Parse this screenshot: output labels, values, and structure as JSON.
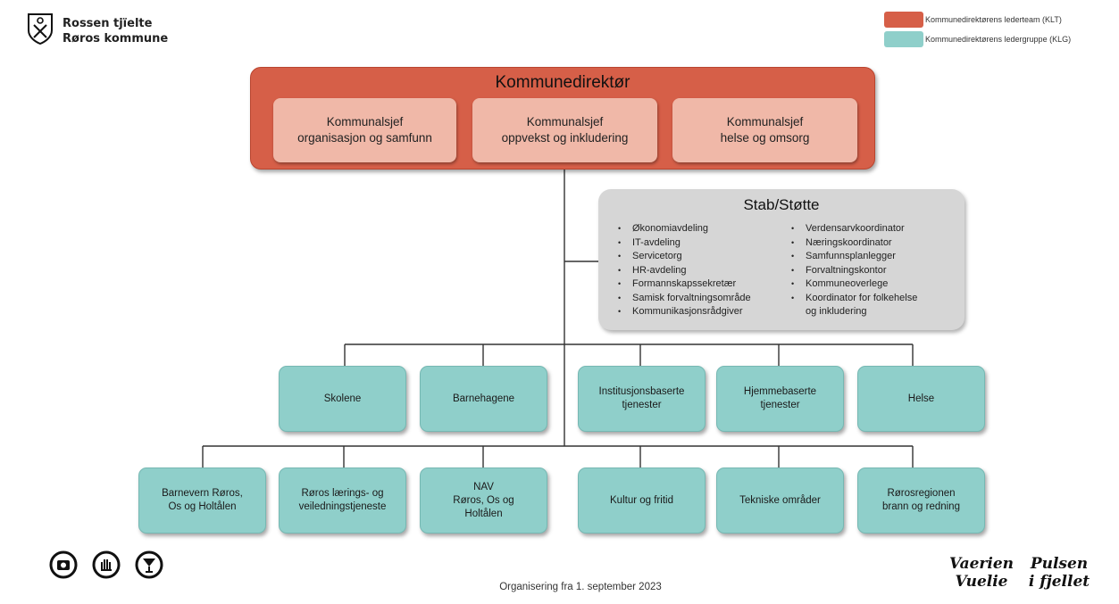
{
  "header": {
    "brand_line1": "Rossen tjïelte",
    "brand_line2": "Røros kommune"
  },
  "legend": [
    {
      "label": "Kommunedirektørens lederteam (KLT)",
      "color": "#d65f48"
    },
    {
      "label": "Kommunedirektørens ledergruppe (KLG)",
      "color": "#8fcfca"
    }
  ],
  "director": {
    "title": "Kommunedirektør",
    "chiefs": [
      {
        "line1": "Kommunalsjef",
        "line2": "organisasjon og samfunn"
      },
      {
        "line1": "Kommunalsjef",
        "line2": "oppvekst og inkludering"
      },
      {
        "line1": "Kommunalsjef",
        "line2": "helse og omsorg"
      }
    ]
  },
  "stab": {
    "title": "Stab/Støtte",
    "left_items": [
      "Økonomiavdeling",
      "IT-avdeling",
      "Servicetorg",
      "HR-avdeling",
      "Formannskapssekretær",
      "Samisk forvaltningsområde",
      "Kommunikasjonsrådgiver"
    ],
    "right_items": [
      "Verdensarvkoordinator",
      "Næringskoordinator",
      "Samfunnsplanlegger",
      "Forvaltningskontor",
      "Kommuneoverlege",
      "Koordinator for folkehelse"
    ],
    "right_continuation": "og inkludering"
  },
  "row1": [
    {
      "line1": "Skolene",
      "line2": ""
    },
    {
      "line1": "Barnehagene",
      "line2": ""
    },
    {
      "line1": "Institusjonsbaserte",
      "line2": "tjenester"
    },
    {
      "line1": "Hjemmebaserte",
      "line2": "tjenester"
    },
    {
      "line1": "Helse",
      "line2": ""
    }
  ],
  "row2": [
    {
      "line1": "Barnevern Røros,",
      "line2": "Os og Holtålen",
      "line3": ""
    },
    {
      "line1": "Røros lærings- og",
      "line2": "veiledningstjeneste",
      "line3": ""
    },
    {
      "line1": "NAV",
      "line2": "Røros, Os og",
      "line3": "Holtålen"
    },
    {
      "line1": "Kultur og fritid",
      "line2": "",
      "line3": ""
    },
    {
      "line1": "Tekniske områder",
      "line2": "",
      "line3": ""
    },
    {
      "line1": "Rørosregionen",
      "line2": "brann og redning",
      "line3": ""
    }
  ],
  "footer": {
    "text": "Organisering fra 1. september 2023",
    "icons": [
      "camera-icon",
      "hand-icon",
      "goblet-icon"
    ],
    "script_left_1": "Vaerien",
    "script_left_2": "Vuelie",
    "script_right_1": "Pulsen",
    "script_right_2": "i fjellet"
  }
}
